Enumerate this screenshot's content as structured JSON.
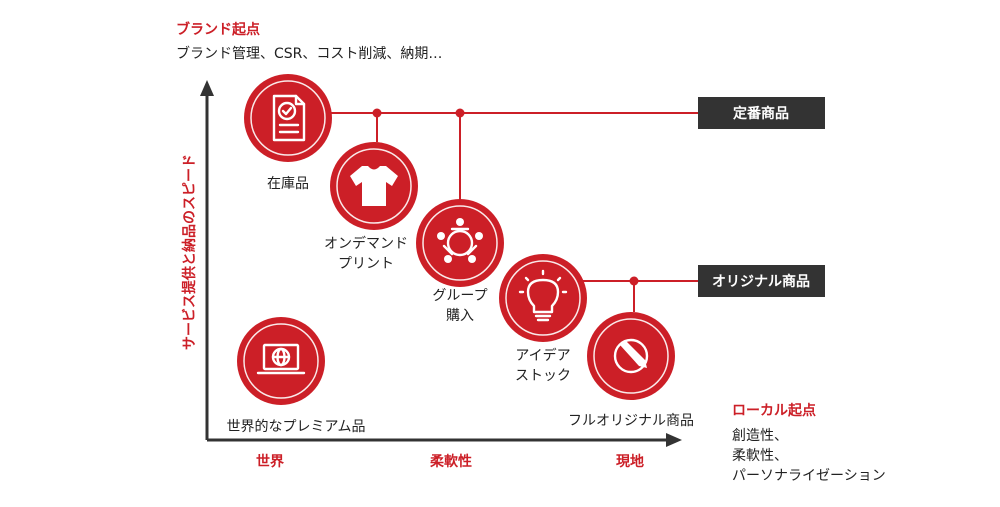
{
  "top_left": {
    "title": "ブランド起点",
    "subtitle": "ブランド管理、CSR、コスト削減、納期…"
  },
  "y_axis_label": "サービス提供と納品のスピード",
  "x_axis_labels": [
    "世界",
    "柔軟性",
    "現地"
  ],
  "bottom_right": {
    "title": "ローカル起点",
    "lines": [
      "創造性、",
      "柔軟性、",
      "パーソナライゼーション"
    ]
  },
  "tags": {
    "standard": "定番商品",
    "original": "オリジナル商品"
  },
  "nodes": [
    {
      "id": "stock",
      "label_lines": [
        "在庫品"
      ],
      "icon": "document-check-icon"
    },
    {
      "id": "ondemand",
      "label_lines": [
        "オンデマンド",
        "プリント"
      ],
      "icon": "tshirt-icon"
    },
    {
      "id": "group",
      "label_lines": [
        "グループ",
        "購入"
      ],
      "icon": "group-people-icon"
    },
    {
      "id": "idea",
      "label_lines": [
        "アイデア",
        "ストック"
      ],
      "icon": "lightbulb-icon"
    },
    {
      "id": "full",
      "label_lines": [
        "フルオリジナル商品"
      ],
      "icon": "pencil-icon"
    },
    {
      "id": "premium",
      "label_lines": [
        "世界的なプレミアム品"
      ],
      "icon": "laptop-globe-icon"
    }
  ],
  "colors": {
    "accent": "#cc1f27",
    "tag_bg": "#333333",
    "text": "#222222"
  }
}
